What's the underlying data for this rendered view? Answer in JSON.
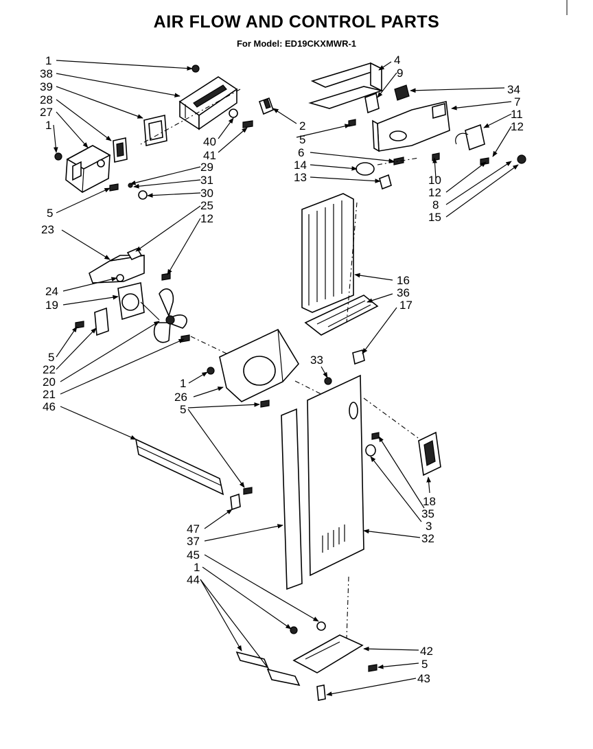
{
  "header": {
    "title": "AIR FLOW AND CONTROL PARTS",
    "model_line": "For Model: ED19CKXMWR-1"
  },
  "callouts": [
    "1",
    "38",
    "39",
    "28",
    "27",
    "1",
    "40",
    "41",
    "2",
    "5",
    "4",
    "9",
    "34",
    "7",
    "11",
    "12",
    "6",
    "14",
    "13",
    "10",
    "12",
    "8",
    "15",
    "29",
    "31",
    "30",
    "5",
    "25",
    "23",
    "12",
    "24",
    "19",
    "5",
    "22",
    "20",
    "21",
    "16",
    "36",
    "17",
    "33",
    "1",
    "26",
    "5",
    "46",
    "18",
    "35",
    "3",
    "32",
    "47",
    "37",
    "45",
    "1",
    "44",
    "42",
    "5",
    "43"
  ]
}
